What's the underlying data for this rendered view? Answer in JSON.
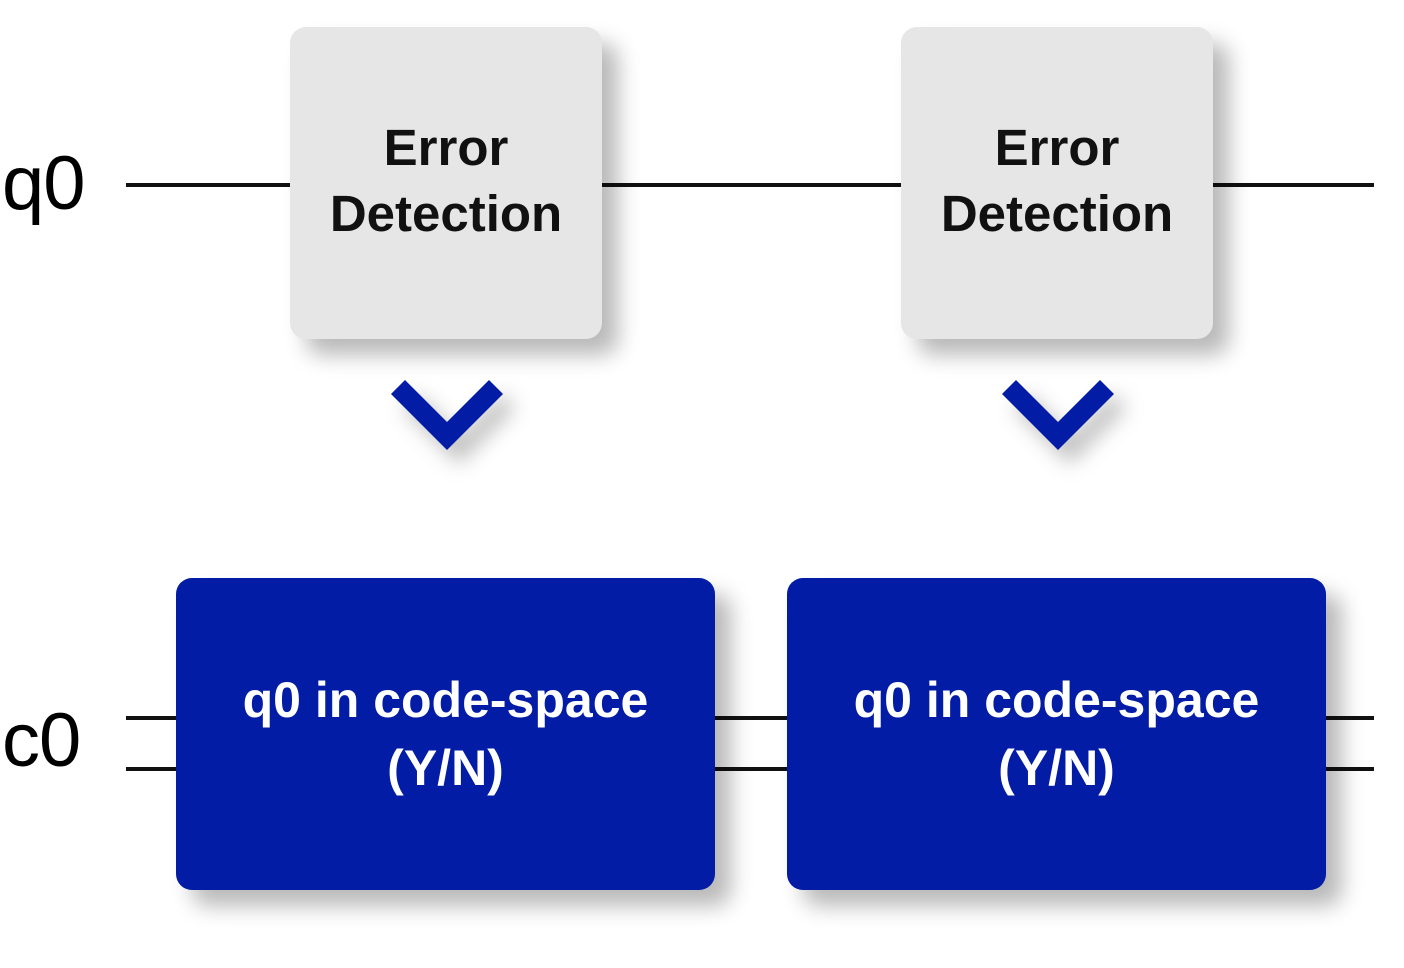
{
  "wires": {
    "quantum_label": "q0",
    "classical_label": "c0"
  },
  "gates": {
    "detection": [
      {
        "line1": "Error",
        "line2": "Detection"
      },
      {
        "line1": "Error",
        "line2": "Detection"
      }
    ],
    "measurement": [
      {
        "line1": "q0 in code-space",
        "line2": "(Y/N)"
      },
      {
        "line1": "q0 in code-space",
        "line2": "(Y/N)"
      }
    ]
  },
  "colors": {
    "detection_fill": "#e6e6e6",
    "measurement_fill": "#021ca5",
    "arrow": "#021ca5",
    "wire": "#111111"
  },
  "icons": {
    "arrow": "chevron-down-icon"
  }
}
